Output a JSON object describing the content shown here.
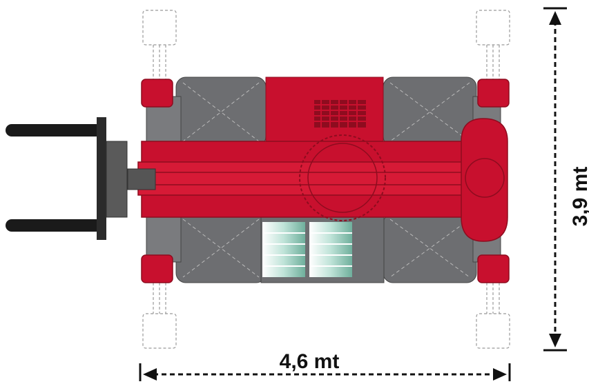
{
  "dimensions": {
    "length_label": "4,6 mt",
    "width_label": "3,9 mt"
  },
  "colors": {
    "machine_red": "#c8102e",
    "machine_red_dark": "#8e0c1f",
    "machine_gray": "#6d6e71",
    "fork_black": "#1a1a1a",
    "window_teal": "#cfe8e2",
    "dimension_line": "#111111"
  },
  "icons": [
    "forks",
    "carriage",
    "telescopic-boom",
    "turret",
    "counterweight",
    "cab",
    "outrigger-feet",
    "dimension-arrows"
  ]
}
